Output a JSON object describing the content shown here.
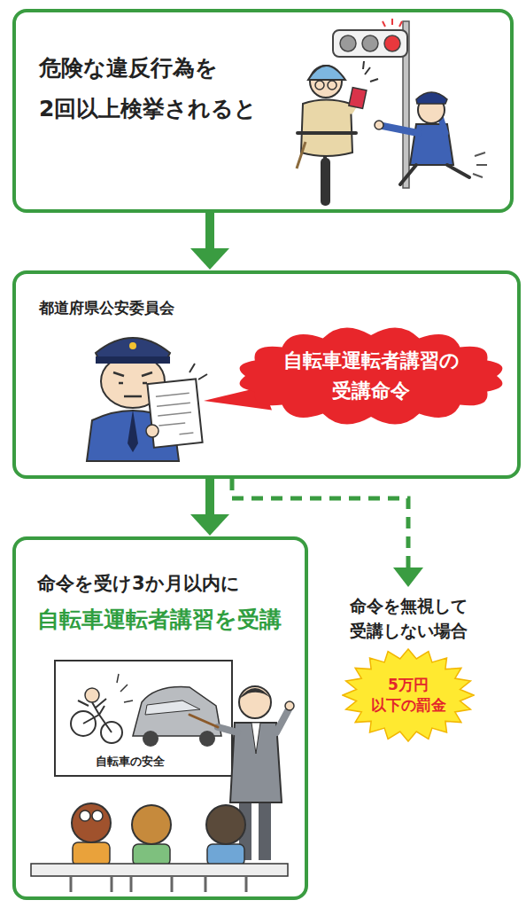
{
  "diagram": {
    "nodes": [
      {
        "text": [
          "危険な違反行為を 2回以上検挙されると"
        ]
      },
      {
        "text": [
          "都道府県公安委員会"
        ]
      },
      {
        "text": [
          "自転車運転者講習の 受講命令"
        ],
        "in": 1
      },
      {
        "text": [
          "命令を受け3か月以内に",
          "自転車運転者講習を受講"
        ]
      },
      {
        "text": [
          "命令を無視して 受講しない場合",
          "5万円 以下の罰金"
        ]
      }
    ],
    "edges": [
      {
        "from": 0,
        "to": 1,
        "arrow": "to"
      },
      {
        "from": 1,
        "to": 3,
        "arrow": "to"
      },
      {
        "from": 1,
        "to": 4,
        "arrow": "to"
      }
    ],
    "labels": [
      "自転車の安全"
    ]
  }
}
